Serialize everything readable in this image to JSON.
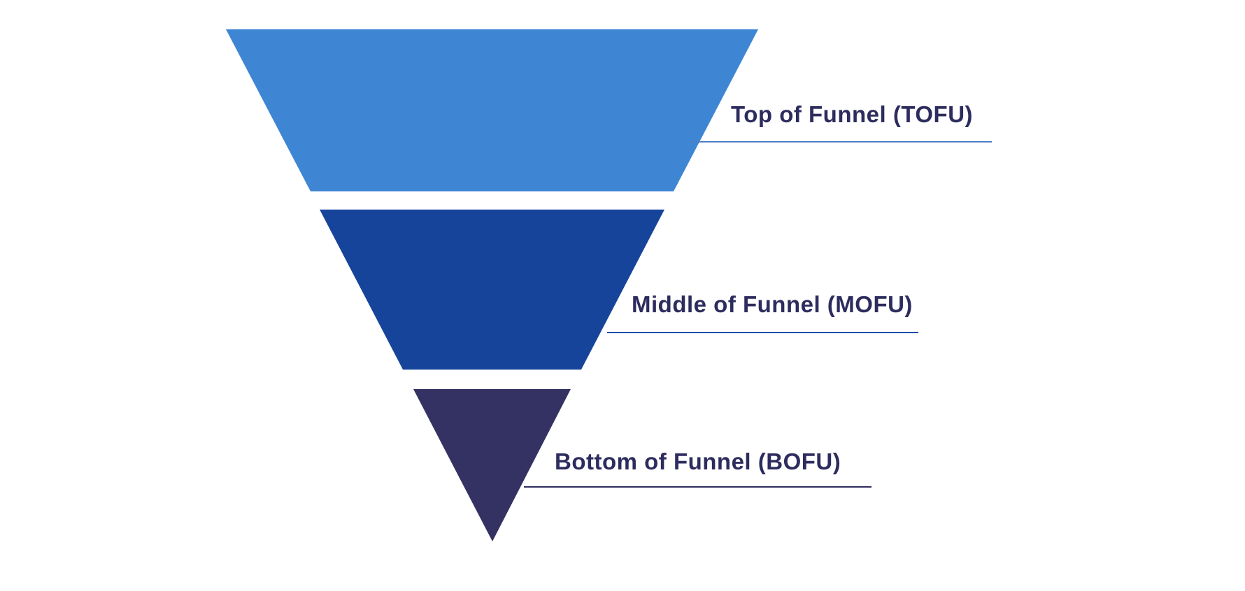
{
  "diagram": {
    "type": "funnel",
    "background_color": "#ffffff",
    "label_color": "#2d2c5e",
    "stages": [
      {
        "id": "tofu",
        "label": "Top of Funnel (TOFU)",
        "color": "#3e86d4",
        "line_color": "#4c7fc4"
      },
      {
        "id": "mofu",
        "label": "Middle of Funnel (MOFU)",
        "color": "#17449b",
        "line_color": "#1f4ea3"
      },
      {
        "id": "bofu",
        "label": "Bottom of Funnel (BOFU)",
        "color": "#343263",
        "line_color": "#2d2c5e"
      }
    ]
  }
}
